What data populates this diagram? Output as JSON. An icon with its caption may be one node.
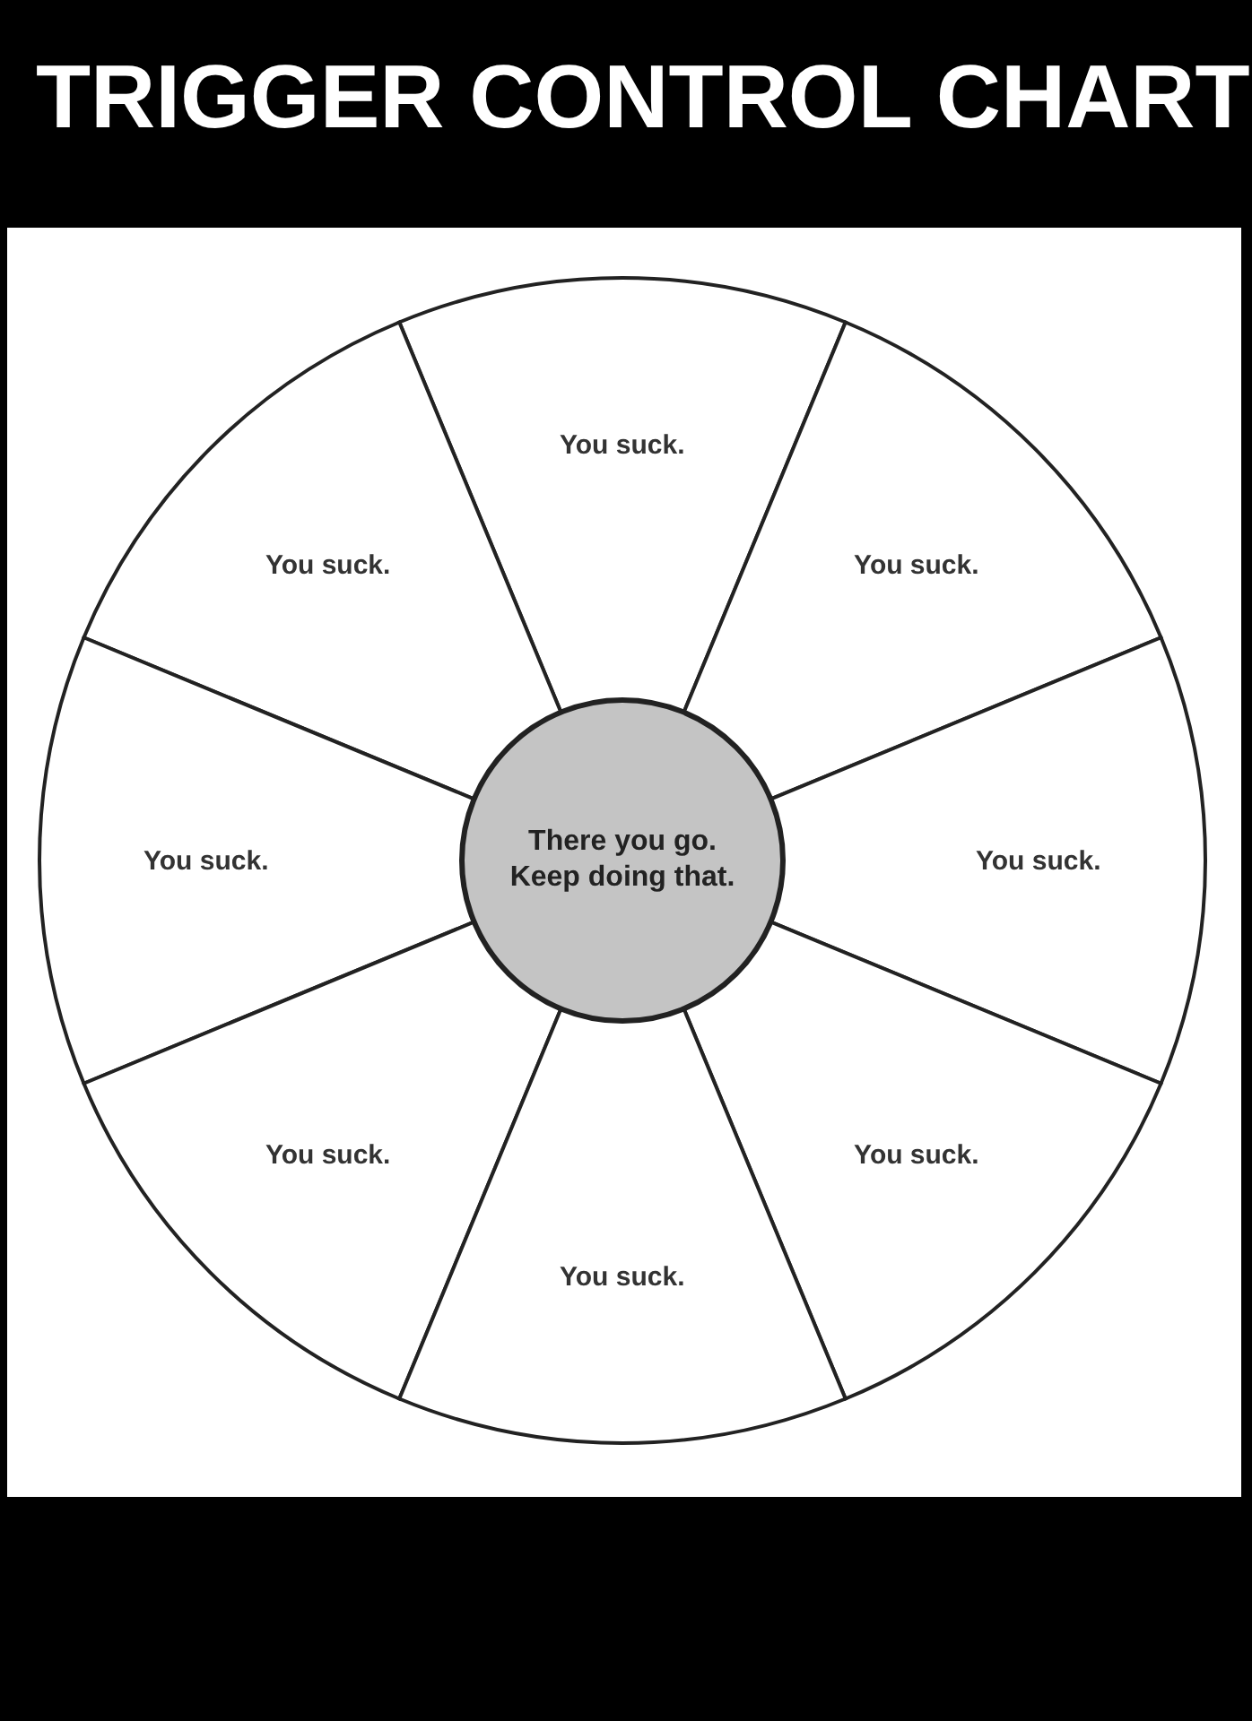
{
  "diagram": {
    "title": "TRIGGER CONTROL CHART",
    "nodes": [
      {
        "text": [
          "You suck."
        ]
      },
      {
        "text": [
          "You suck."
        ]
      },
      {
        "text": [
          "You suck."
        ]
      },
      {
        "text": [
          "You suck."
        ]
      },
      {
        "text": [
          "There you go. Keep doing that."
        ]
      },
      {
        "text": [
          "You suck."
        ]
      },
      {
        "text": [
          "You suck."
        ]
      },
      {
        "text": [
          "You suck."
        ]
      },
      {
        "text": [
          "You suck."
        ]
      }
    ]
  }
}
